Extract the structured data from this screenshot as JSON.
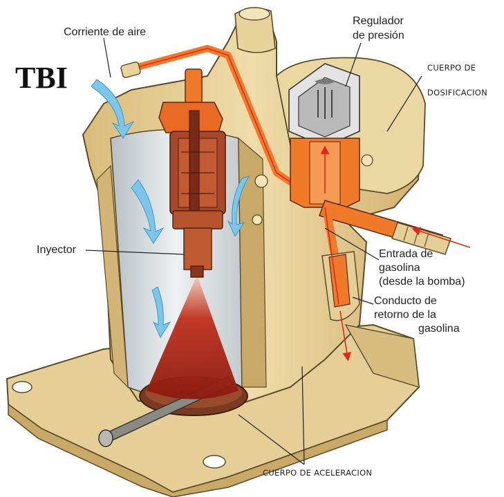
{
  "title": "TBI",
  "labels": {
    "air_stream": "Corriente de aire",
    "pressure_regulator": [
      "Regulador",
      "de presión"
    ],
    "metering_body": [
      "CUERPO DE",
      "DOSIFICACION"
    ],
    "injector": "Inyector",
    "fuel_inlet": [
      "Entrada de",
      "gasolina",
      "(desde la bomba)"
    ],
    "fuel_return": [
      "Conducto de",
      "retorno de la",
      "gasolina"
    ],
    "throttle_body": "CUERPO DE ACELERACION"
  },
  "colors": {
    "housing": "#e6cf96",
    "housing_shadow": "#c9a968",
    "housing_outline": "#5a4a2a",
    "fuel_orange": "#f07a2a",
    "fuel_arrow": "#e02a18",
    "injector_brown": "#a8482a",
    "spray_red": "#b8281a",
    "air_blue": "#7cc6ea",
    "bore_grey": "#d8dde0"
  }
}
